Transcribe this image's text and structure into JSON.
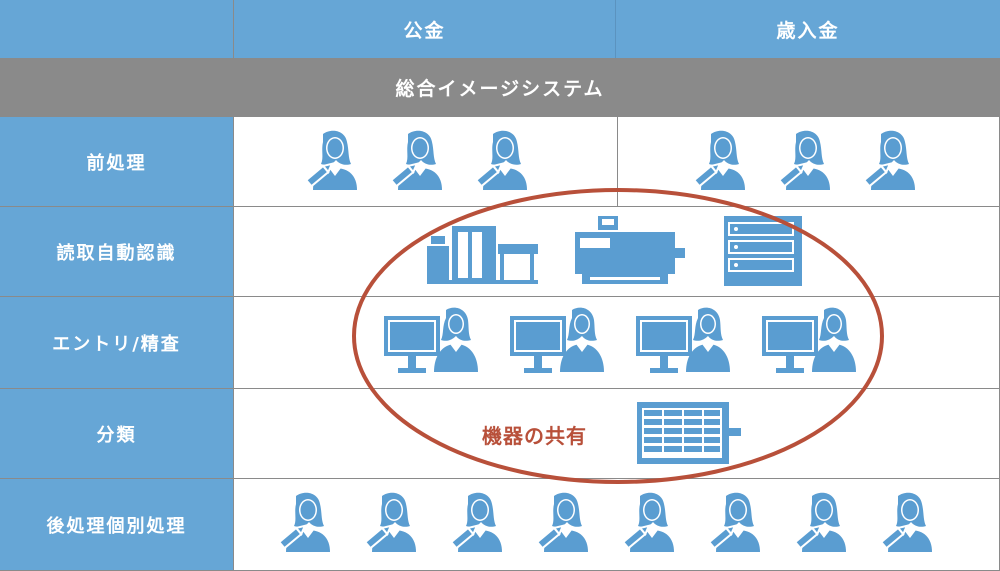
{
  "header": {
    "col1": "公金",
    "col2": "歳入金"
  },
  "system_bar": "総合イメージシステム",
  "rows": [
    {
      "label": "前処理"
    },
    {
      "label": "読取自動認識"
    },
    {
      "label": "エントリ/精査"
    },
    {
      "label": "分類"
    },
    {
      "label": "後処理個別処理"
    }
  ],
  "shared_label": "機器の共有",
  "colors": {
    "accent_blue": "#66a6d6",
    "bar_gray": "#8a8a8a",
    "ellipse_red": "#b8503a"
  }
}
